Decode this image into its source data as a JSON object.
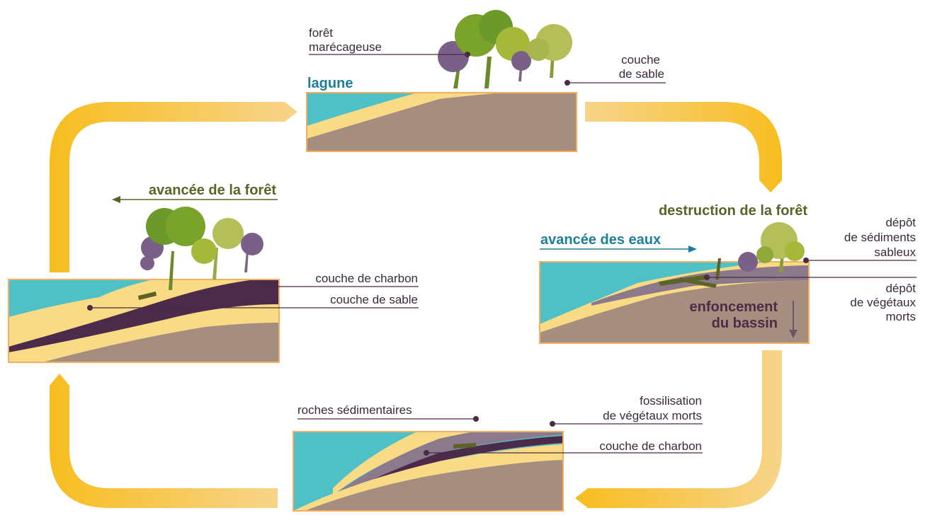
{
  "panels": {
    "top": {
      "title": "lagune",
      "label_forest": [
        "forêt",
        "marécageuse"
      ],
      "label_sand": [
        "couche",
        "de sable"
      ]
    },
    "right": {
      "title": "destruction de la forêt",
      "water_advance": "avancée des eaux",
      "label_deposit_sediments": [
        "dépôt",
        "de sédiments",
        "sableux"
      ],
      "label_deposit_plants": [
        "dépôt",
        "de végétaux",
        "morts"
      ],
      "sinking": [
        "enfoncement",
        "du bassin"
      ]
    },
    "bottom": {
      "label_rocks": "roches sédimentaires",
      "label_fossil": [
        "fossilisation",
        "de végétaux morts"
      ],
      "label_coal": "couche de charbon"
    },
    "left": {
      "title": "avancée de la forêt",
      "label_coal": "couche de charbon",
      "label_sand": "couche de sable"
    }
  },
  "colors": {
    "cycle_arrow": "#f7bd1f",
    "water": "#4ec0c6",
    "sand": "#f9da85",
    "rock": "#a58d80",
    "coal": "#4c2a4a",
    "dead_plants": "#8c7a8c",
    "panel_border": "#f4ae62",
    "title_teal": "#1f7f98",
    "title_olive": "#5b6326",
    "title_purple": "#4a2c45"
  }
}
